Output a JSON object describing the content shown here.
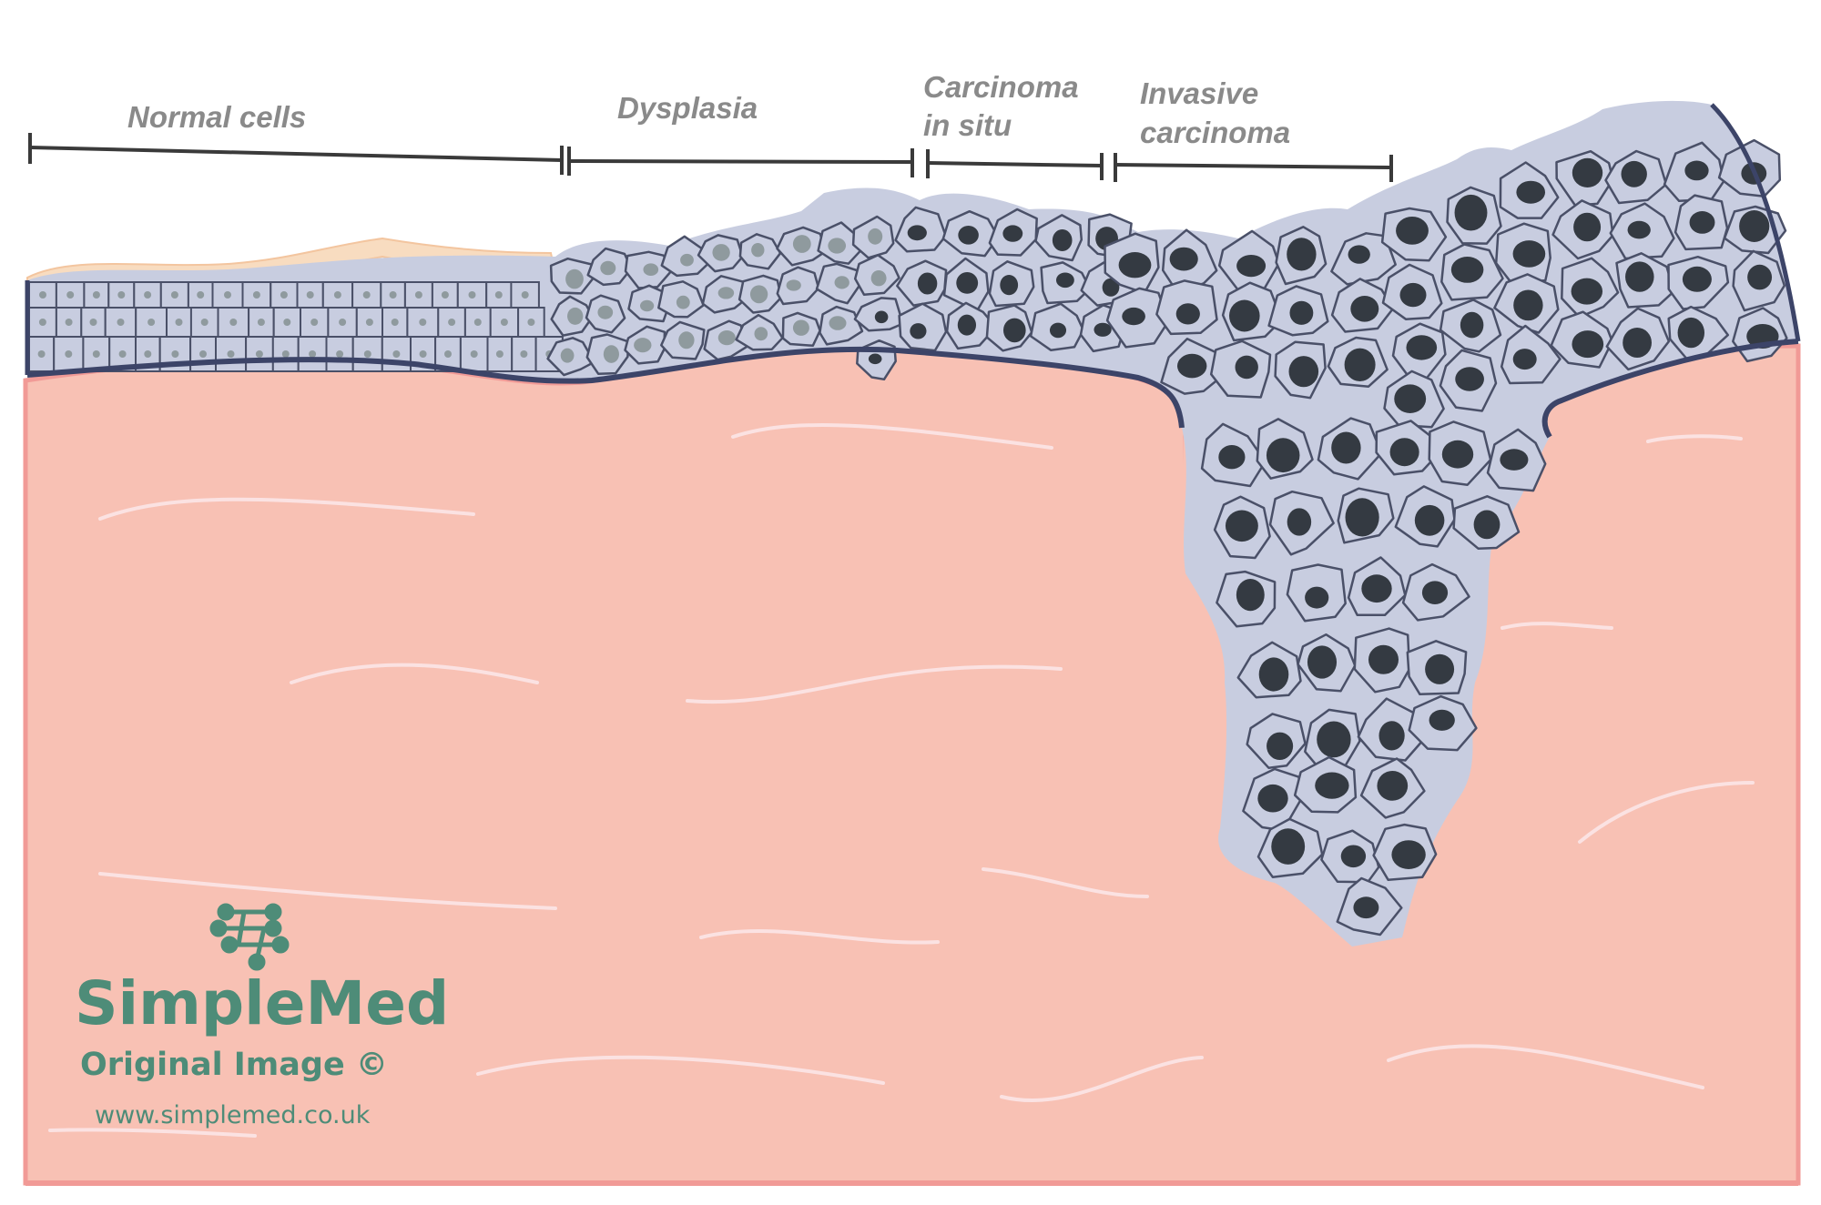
{
  "diagram": {
    "stages": [
      {
        "id": "normal",
        "label": "Normal cells"
      },
      {
        "id": "dysplasia",
        "label": "Dysplasia"
      },
      {
        "id": "cis",
        "label": "Carcinoma in situ",
        "lines": [
          "Carcinoma",
          "in situ"
        ]
      },
      {
        "id": "invasive",
        "label": "Invasive carcinoma",
        "lines": [
          "Invasive",
          "carcinoma"
        ]
      }
    ],
    "colors": {
      "dermis": "#f8c1b4",
      "dermis_edge": "#f19a96",
      "epithelium": "#c8cde0",
      "cell_outline": "#4a5068",
      "basement_membrane": "#3c4468",
      "keratin": "#f8dcc0",
      "nucleus_normal": "#8f9a9e",
      "nucleus_atypical": "#343a42",
      "bracket": "#3a3a3a",
      "label": "#8a8a8a",
      "fiber": "#fbe2e2"
    }
  },
  "watermark": {
    "brand": "SimpleMed",
    "subtitle": "Original Image ©",
    "url": "www.simplemed.co.uk",
    "logo_icon": "molecule-icon",
    "color": "#4e8c78"
  }
}
